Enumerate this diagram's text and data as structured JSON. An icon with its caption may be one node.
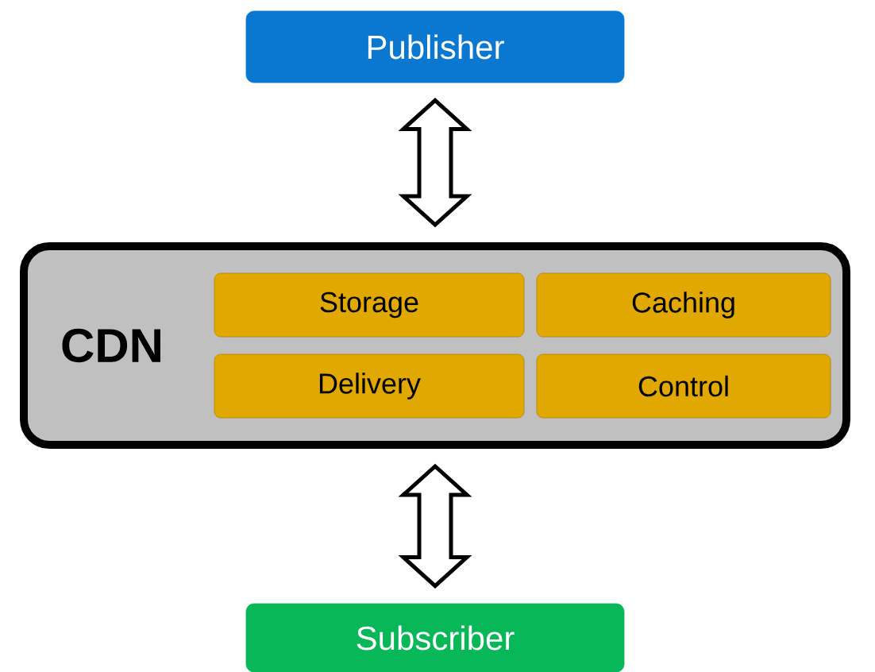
{
  "diagram": {
    "nodes": [
      {
        "text": [
          "Publisher"
        ]
      },
      {
        "text": [
          "CDN"
        ]
      },
      {
        "text": [
          "Storage"
        ],
        "in": 1
      },
      {
        "text": [
          "Caching"
        ],
        "in": 1
      },
      {
        "text": [
          "Delivery"
        ],
        "in": 1
      },
      {
        "text": [
          "Control"
        ],
        "in": 1
      },
      {
        "text": [
          "Subscriber"
        ]
      }
    ],
    "edges": [
      {
        "from": 0,
        "to": 1,
        "arrow": "both"
      },
      {
        "from": 1,
        "to": 6,
        "arrow": "both"
      }
    ]
  }
}
